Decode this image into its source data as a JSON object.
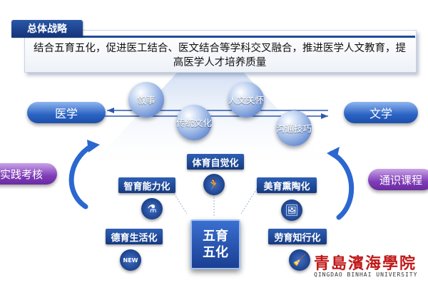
{
  "header": {
    "tag": "总体战略",
    "summary": "结合五育五化，促进医工结合、医文结合等学科交叉融合，推进医学人文教育，提高医学人才培养质量"
  },
  "sides": {
    "left": "医学",
    "right": "文学"
  },
  "bubbles": [
    "叙事",
    "人文关怀",
    "传统文化",
    "沟通技巧"
  ],
  "side_labels": {
    "left": "实践考核",
    "right": "通识课程"
  },
  "nodes": {
    "top": "体育自觉化",
    "upper_left": "智育能力化",
    "upper_right": "美育熏陶化",
    "lower_left": "德育生活化",
    "lower_right": "劳育知行化",
    "center": "五育五化"
  },
  "icons": {
    "top": "runner-icon",
    "upper_left": "flask-icon",
    "upper_right": "picture-icon",
    "lower_left": "new-badge-icon",
    "lower_right": "worker-icon"
  },
  "logo": {
    "cn": "青島濱海學院",
    "en": "QINGDAO BINHAI UNIVERSITY"
  },
  "colors": {
    "primary_blue": "#1f4a9a",
    "purple": "#7f3cb8",
    "logo_red": "#c01818"
  }
}
